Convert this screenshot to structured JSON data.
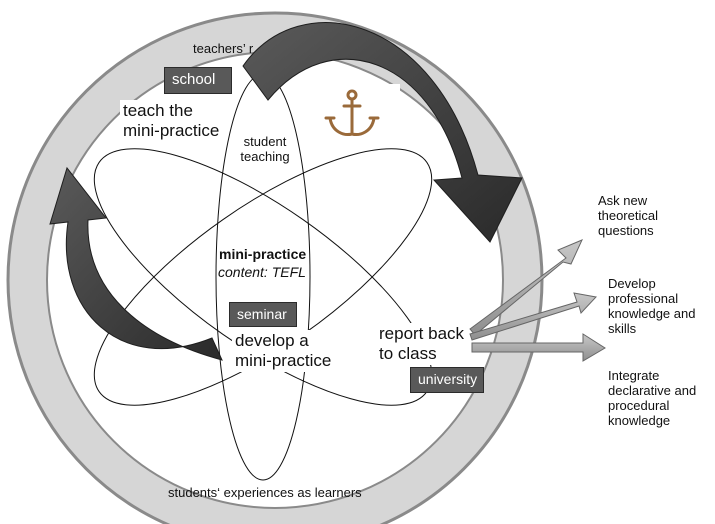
{
  "outer_ring_top": "teachers’ r",
  "outer_ring_bottom": "students‘ experiences as learners",
  "tags": {
    "school": "school",
    "seminar": "seminar",
    "university": "university"
  },
  "steps": {
    "teach": "teach the\nmini-practice",
    "develop": "develop a\nmini-practice",
    "report": "report back\nto class"
  },
  "center": {
    "student_teaching": "student\nteaching",
    "mini_practice": "mini-practice",
    "content": "content: TEFL"
  },
  "outcomes": [
    "Ask new\ntheoretical\nquestions",
    "Develop\nprofessional\nknowledge and\nskills",
    "Integrate\ndeclarative and\nprocedural\nknowledge"
  ],
  "icon": "anchor-icon",
  "colors": {
    "ring_fill": "#d6d6d6",
    "ring_stroke": "#8a8a8a",
    "arrow_fill": "#3a3a3a",
    "tag_fill": "#595959",
    "outcome_arrow": "#a6a6a6"
  }
}
